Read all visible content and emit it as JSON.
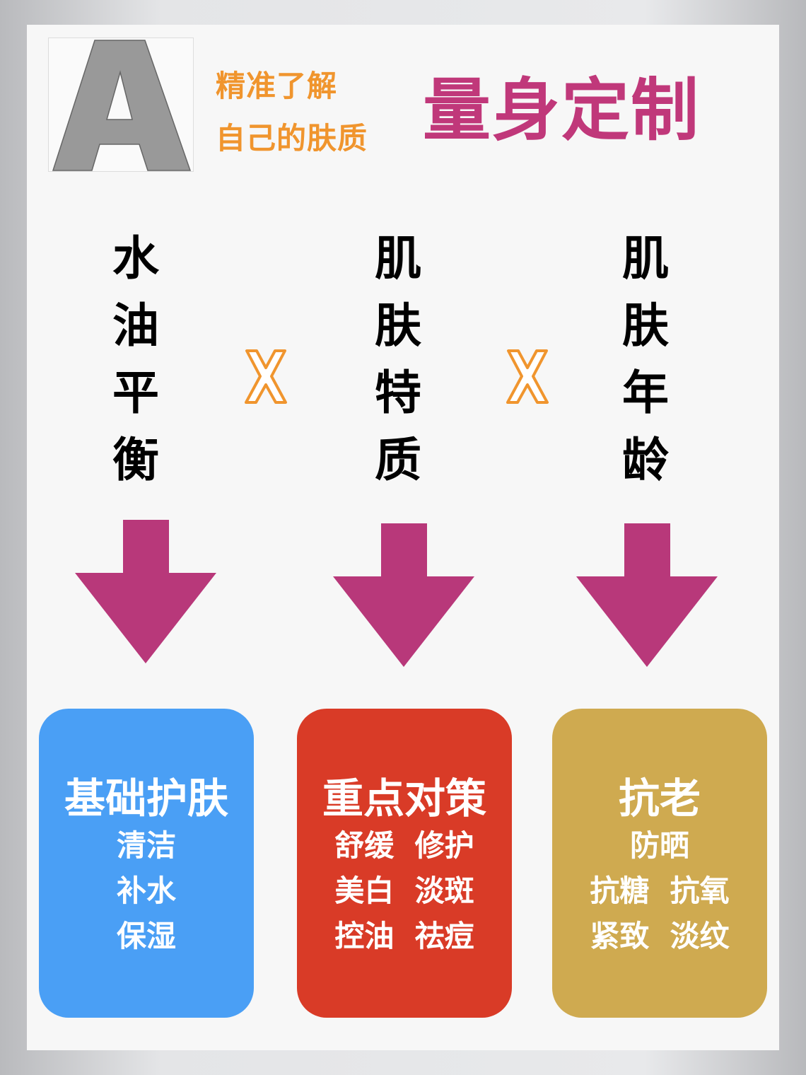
{
  "logo_letter": "A",
  "header": {
    "subtitle_line1": "精准了解",
    "subtitle_line2": "自己的肤质",
    "title": "量身定制"
  },
  "colors": {
    "orange": "#f0952e",
    "magenta": "#c0387a",
    "arrow": "#b8387a",
    "blue": "#4a9ff5",
    "red": "#d93b27",
    "gold": "#cfaa50"
  },
  "factors": [
    {
      "chars": [
        "水",
        "油",
        "平",
        "衡"
      ]
    },
    {
      "chars": [
        "肌",
        "肤",
        "特",
        "质"
      ]
    },
    {
      "chars": [
        "肌",
        "肤",
        "年",
        "龄"
      ]
    }
  ],
  "operator_icon": "times-icon",
  "boxes": [
    {
      "title": "基础护肤",
      "lines": [
        "清洁",
        "补水",
        "保湿"
      ]
    },
    {
      "title": "重点对策",
      "lines": [
        "舒缓  修护",
        "美白  淡斑",
        "控油  祛痘"
      ]
    },
    {
      "title": "抗老",
      "lines": [
        "防晒",
        "抗糖  抗氧",
        "紧致  淡纹"
      ]
    }
  ]
}
